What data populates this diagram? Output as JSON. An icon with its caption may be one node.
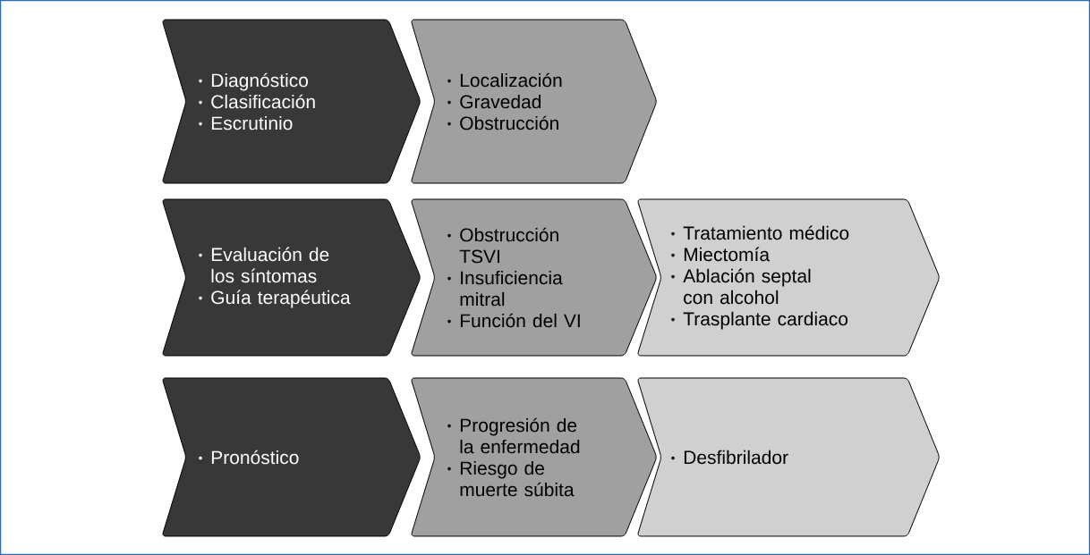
{
  "diagram": {
    "nodes": [
      {
        "text": [
          "Diagnóstico",
          "Clasificación",
          "Escrutinio"
        ]
      },
      {
        "text": [
          "Localización",
          "Gravedad",
          "Obstrucción"
        ]
      },
      {
        "text": [
          "Evaluación de los síntomas",
          "Guía terapéutica"
        ]
      },
      {
        "text": [
          "Obstrucción TSVI",
          "Insuficiencia mitral",
          "Función del VI"
        ]
      },
      {
        "text": [
          "Tratamiento médico",
          "Miectomía",
          "Ablación septal con alcohol",
          "Trasplante cardiaco"
        ]
      },
      {
        "text": [
          "Pronóstico"
        ]
      },
      {
        "text": [
          "Progresión de la enfermedad",
          "Riesgo de muerte súbita"
        ]
      },
      {
        "text": [
          "Desfibrilador"
        ]
      }
    ]
  }
}
